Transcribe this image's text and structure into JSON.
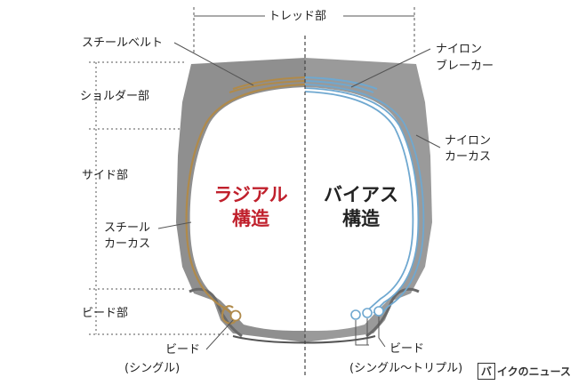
{
  "labels": {
    "tread": "トレッド部",
    "steel_belt": "スチールベルト",
    "shoulder": "ショルダー部",
    "side": "サイド部",
    "steel_carcass": [
      "スチール",
      "カーカス"
    ],
    "bead_section": "ビード部",
    "bead_single": [
      "ビード",
      "(シングル)"
    ],
    "nylon_breaker": [
      "ナイロン",
      "ブレーカー"
    ],
    "nylon_carcass": [
      "ナイロン",
      "カーカス"
    ],
    "bead_multi": [
      "ビード",
      "(シングル〜トリプル)"
    ]
  },
  "titles": {
    "radial": [
      "ラジアル",
      "構造"
    ],
    "bias": [
      "バイアス",
      "構造"
    ]
  },
  "logo": {
    "mark": "バ",
    "text": "イクのニュース"
  },
  "colors": {
    "rubber_left": "#8f8f8f",
    "rubber_right": "#9a9a9a",
    "inner": "#ffffff",
    "radial_cord": "#b08a4a",
    "bias_cord": "#6fa8d0",
    "radial_title": "#c0202c",
    "bias_title": "#222222",
    "leader": "#555555"
  }
}
